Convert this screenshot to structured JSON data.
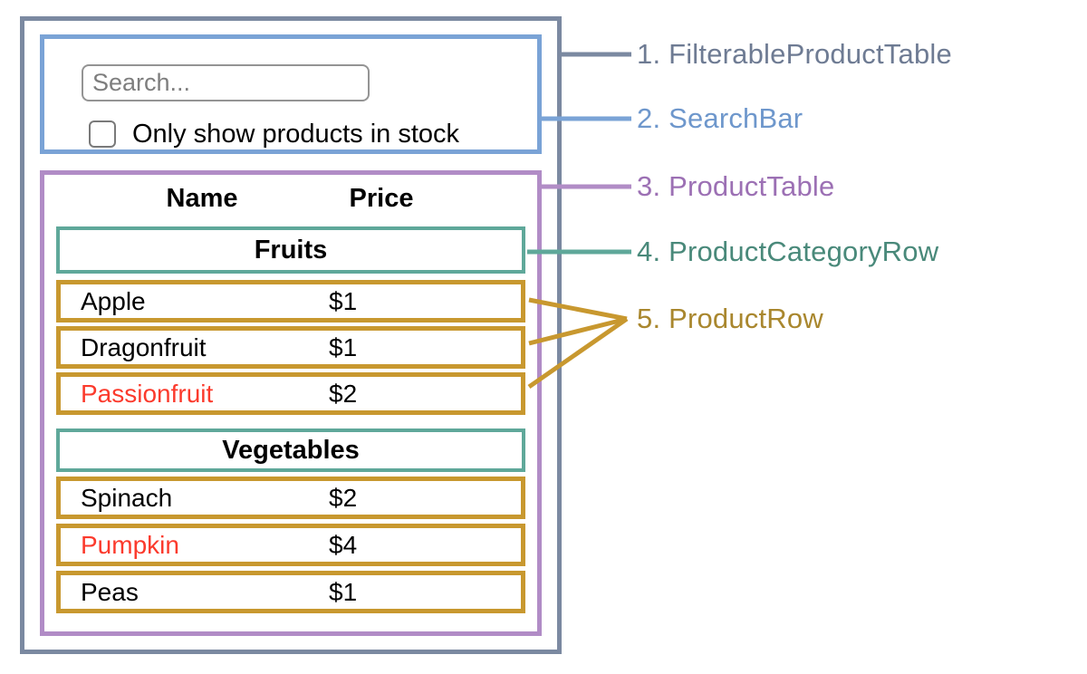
{
  "annotations": [
    {
      "text": "1. FilterableProductTable",
      "color": "#6e7b93"
    },
    {
      "text": "2. SearchBar",
      "color": "#6e97cc"
    },
    {
      "text": "3. ProductTable",
      "color": "#9c70b4"
    },
    {
      "text": "4. ProductCategoryRow",
      "color": "#49897a"
    },
    {
      "text": "5. ProductRow",
      "color": "#a9872e"
    }
  ],
  "search_bar": {
    "placeholder": "Search...",
    "checkbox_label": "Only show products in stock",
    "checkbox_checked": false
  },
  "table": {
    "name_header": "Name",
    "price_header": "Price",
    "sections": [
      {
        "category": "Fruits",
        "rows": [
          {
            "name": "Apple",
            "price": "$1",
            "name_color": "#000000"
          },
          {
            "name": "Dragonfruit",
            "price": "$1",
            "name_color": "#000000"
          },
          {
            "name": "Passionfruit",
            "price": "$2",
            "name_color": "#fb3a2c"
          }
        ]
      },
      {
        "category": "Vegetables",
        "rows": [
          {
            "name": "Spinach",
            "price": "$2",
            "name_color": "#000000"
          },
          {
            "name": "Pumpkin",
            "price": "$4",
            "name_color": "#fb3a2c"
          },
          {
            "name": "Peas",
            "price": "$1",
            "name_color": "#000000"
          }
        ]
      }
    ]
  },
  "colors": {
    "filterable_product_table_border": "#7b89a1",
    "search_bar_border": "#7aa3d6",
    "product_table_border": "#b18cc6",
    "category_row_border": "#5fa89a",
    "product_row_border": "#c8982f",
    "out_of_stock_text": "#fb3a2c"
  }
}
